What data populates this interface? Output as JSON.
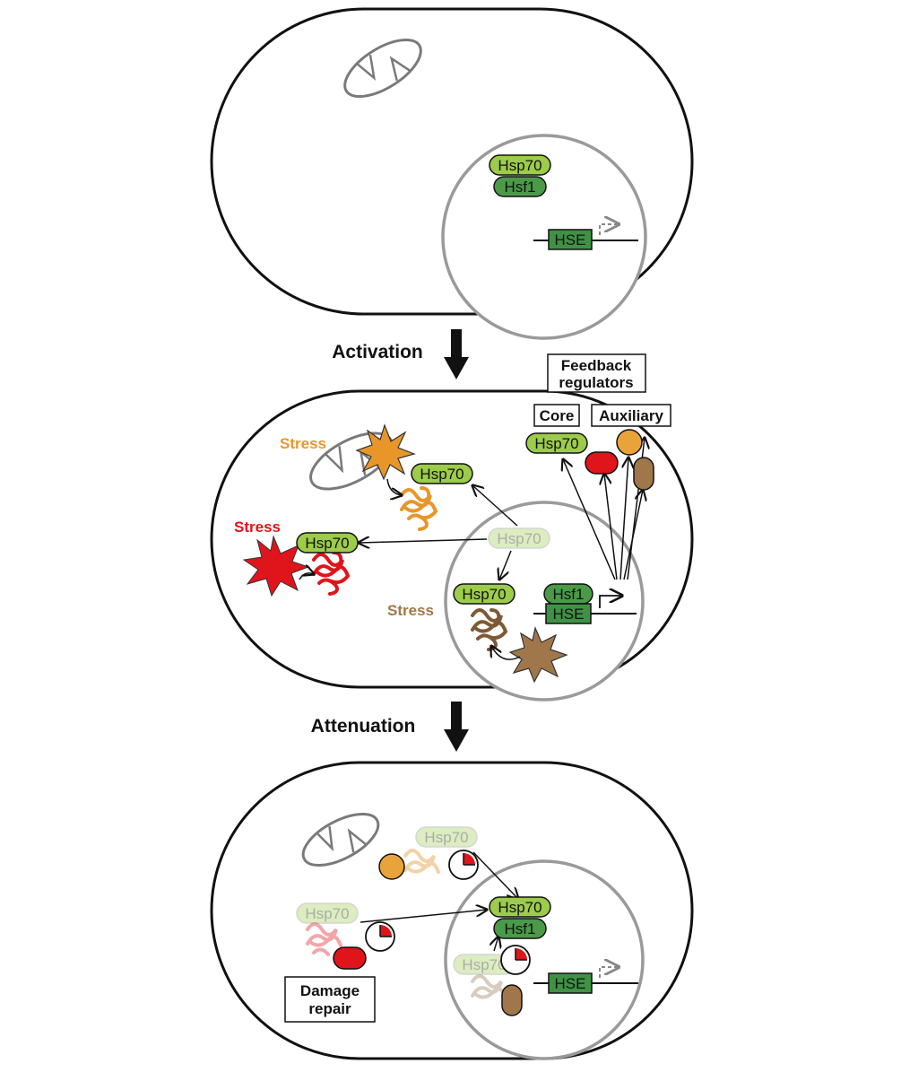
{
  "colors": {
    "hsp70_fill": "#9ccc4a",
    "hsf1_fill": "#4a9a48",
    "hse_fill": "#3f9245",
    "stress_orange": "#e8962a",
    "stress_red": "#e0141b",
    "stress_brown": "#a0774b",
    "nucleus_gray": "#9a9a9a",
    "outline": "#111111"
  },
  "labels": {
    "hsp70": "Hsp70",
    "hsf1": "Hsf1",
    "hse": "HSE",
    "stress": "Stress"
  },
  "steps": {
    "activation": "Activation",
    "attenuation": "Attenuation"
  },
  "feedback": {
    "title_line1": "Feedback",
    "title_line2": "regulators",
    "core": "Core",
    "auxiliary": "Auxiliary"
  },
  "damage": {
    "line1": "Damage",
    "line2": "repair"
  }
}
